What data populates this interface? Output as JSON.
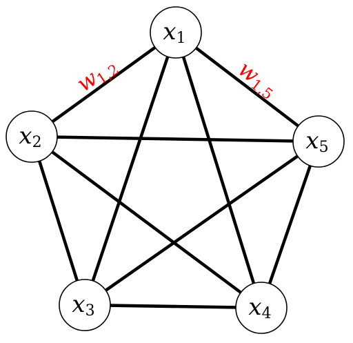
{
  "graph": {
    "nodes": [
      {
        "id": "x1",
        "base": "x",
        "sub": "1"
      },
      {
        "id": "x2",
        "base": "x",
        "sub": "2"
      },
      {
        "id": "x3",
        "base": "x",
        "sub": "3"
      },
      {
        "id": "x4",
        "base": "x",
        "sub": "4"
      },
      {
        "id": "x5",
        "base": "x",
        "sub": "5"
      }
    ],
    "edges": [
      [
        "x1",
        "x2"
      ],
      [
        "x1",
        "x3"
      ],
      [
        "x1",
        "x4"
      ],
      [
        "x1",
        "x5"
      ],
      [
        "x2",
        "x3"
      ],
      [
        "x2",
        "x4"
      ],
      [
        "x2",
        "x5"
      ],
      [
        "x3",
        "x4"
      ],
      [
        "x3",
        "x5"
      ],
      [
        "x4",
        "x5"
      ]
    ],
    "edge_labels": [
      {
        "edge": [
          "x1",
          "x2"
        ],
        "base": "w",
        "sub": "1,2"
      },
      {
        "edge": [
          "x1",
          "x5"
        ],
        "base": "w",
        "sub": "1,5"
      }
    ],
    "colors": {
      "edge": "#000000",
      "node_fill": "#ffffff",
      "node_stroke": "#000000",
      "edge_label": "#ff0000"
    }
  }
}
